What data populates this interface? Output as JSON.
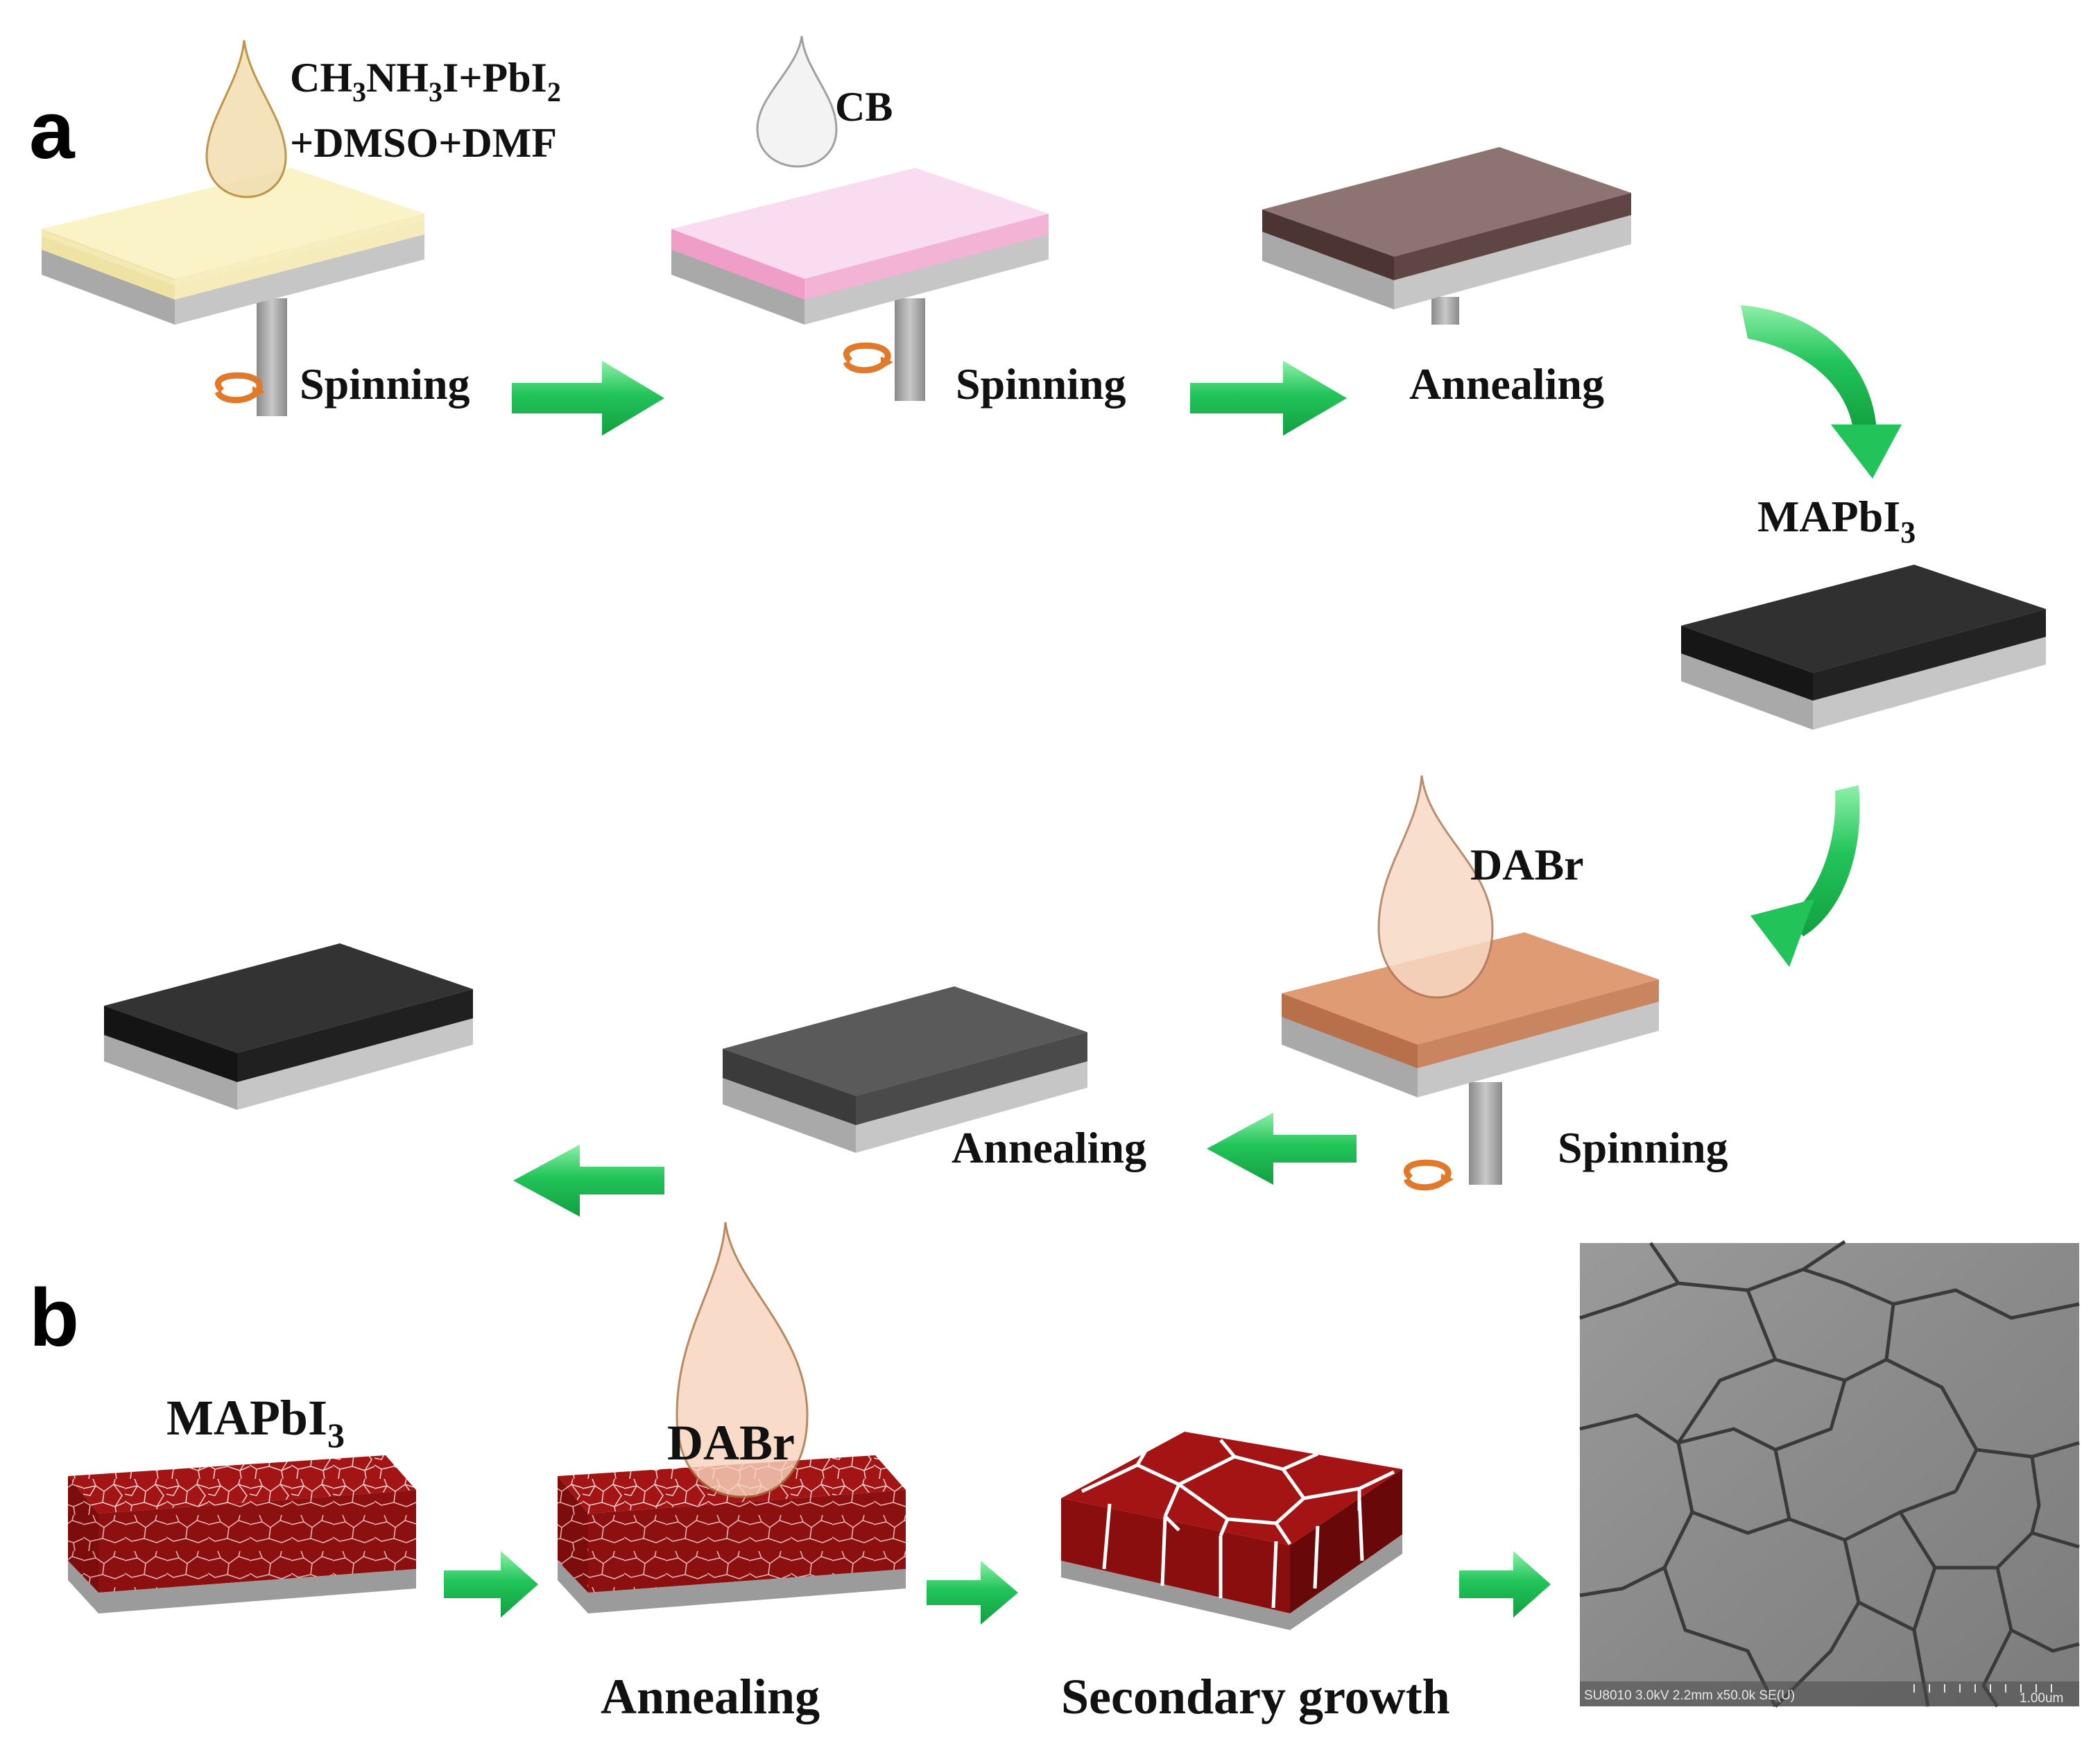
{
  "panel_a": {
    "letter": "a",
    "drop1_line1_parts": [
      "CH",
      "3",
      "NH",
      "3",
      "I+PbI",
      "2"
    ],
    "drop1_line2": "+DMSO+DMF",
    "drop2": "CB",
    "step1": "Spinning",
    "step2": "Spinning",
    "step3": "Annealing",
    "mapbi3_parts": [
      "MAPbI",
      "3"
    ],
    "drop3": "DABr",
    "step4": "Spinning",
    "step5": "Annealing"
  },
  "panel_b": {
    "letter": "b",
    "mapbi3_parts": [
      "MAPbI",
      "3"
    ],
    "drop": "DABr",
    "step1": "Annealing",
    "step2": "Secondary growth",
    "sem_caption": "SU8010 3.0kV 2.2mm x50.0k SE(U)",
    "sem_scale": "1.00um"
  },
  "colors": {
    "arrow_green": "#22c45a",
    "substrate_gray": "#b9b9b9",
    "film_yellow": "#f6efc0",
    "film_pink": "#f6b6d6",
    "film_brown": "#6b5553",
    "film_black": "#262626",
    "film_copper": "#d9926b",
    "film_darkgray": "#4d4d4d",
    "crystal_red": "#9c1212",
    "rotation_orange": "#e07a2a"
  }
}
